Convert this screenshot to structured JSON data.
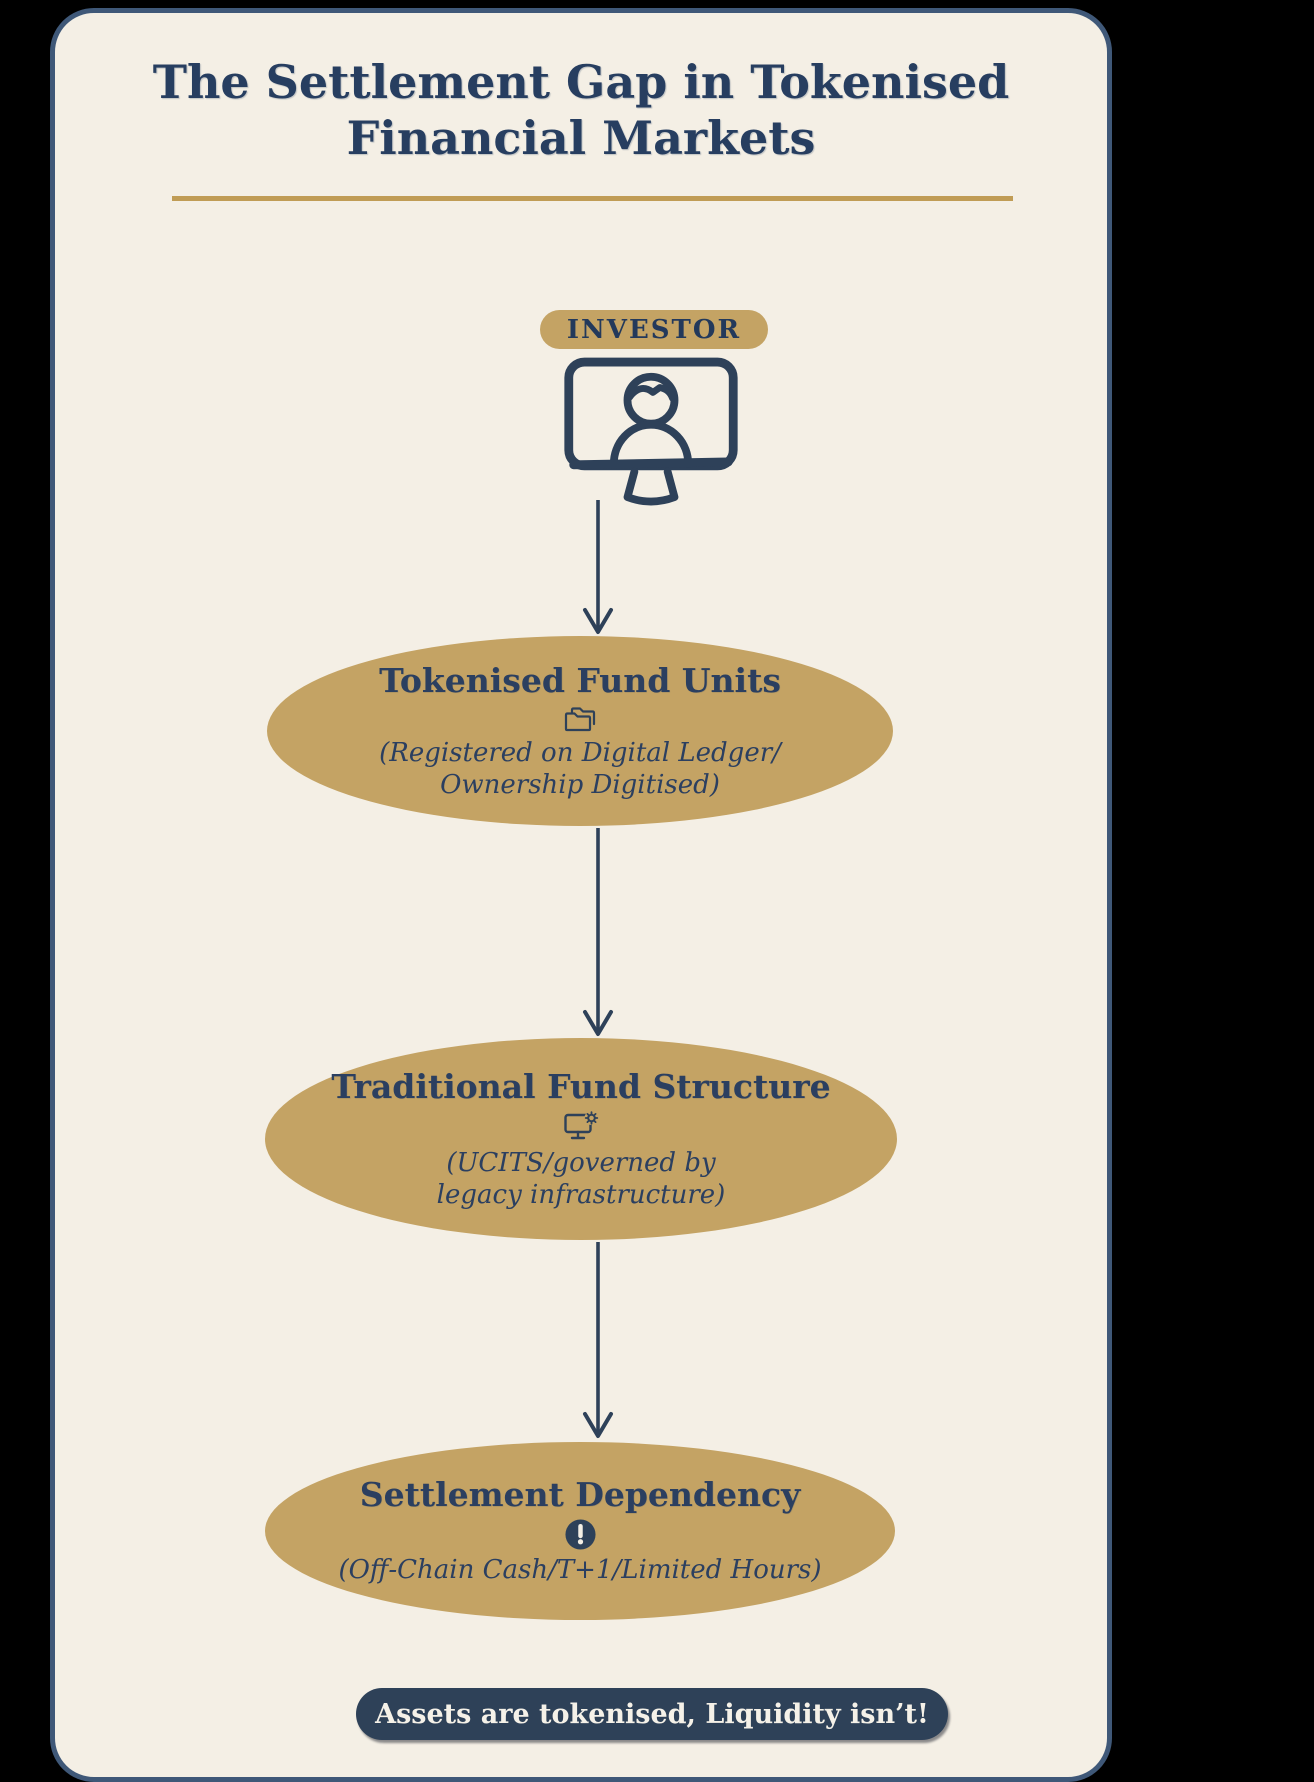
{
  "title": {
    "line1": "The Settlement Gap in Tokenised",
    "line2": "Financial Markets"
  },
  "investor": {
    "label": "INVESTOR",
    "icon": "monitor-person-icon"
  },
  "nodes": [
    {
      "title": "Tokenised Fund Units",
      "icon": "folder-icon",
      "sub1": "(Registered on Digital Ledger/",
      "sub2": "Ownership Digitised)"
    },
    {
      "title": "Traditional Fund Structure",
      "icon": "monitor-gear-icon",
      "sub1": "(UCITS/governed by",
      "sub2": "legacy infrastructure)"
    },
    {
      "title": "Settlement Dependency",
      "icon": "alert-icon",
      "sub1": "(Off-Chain Cash/T+1/Limited Hours)"
    }
  ],
  "footer": {
    "label": "Assets are tokenised, Liquidity isn’t!"
  },
  "colors": {
    "background": "#000000",
    "card": "#f4efe5",
    "card_border": "#3f5878",
    "gold": "#c4a364",
    "navy": "#2b3f60",
    "pill": "#2e4158",
    "footer_text": "#f5f1e8"
  }
}
